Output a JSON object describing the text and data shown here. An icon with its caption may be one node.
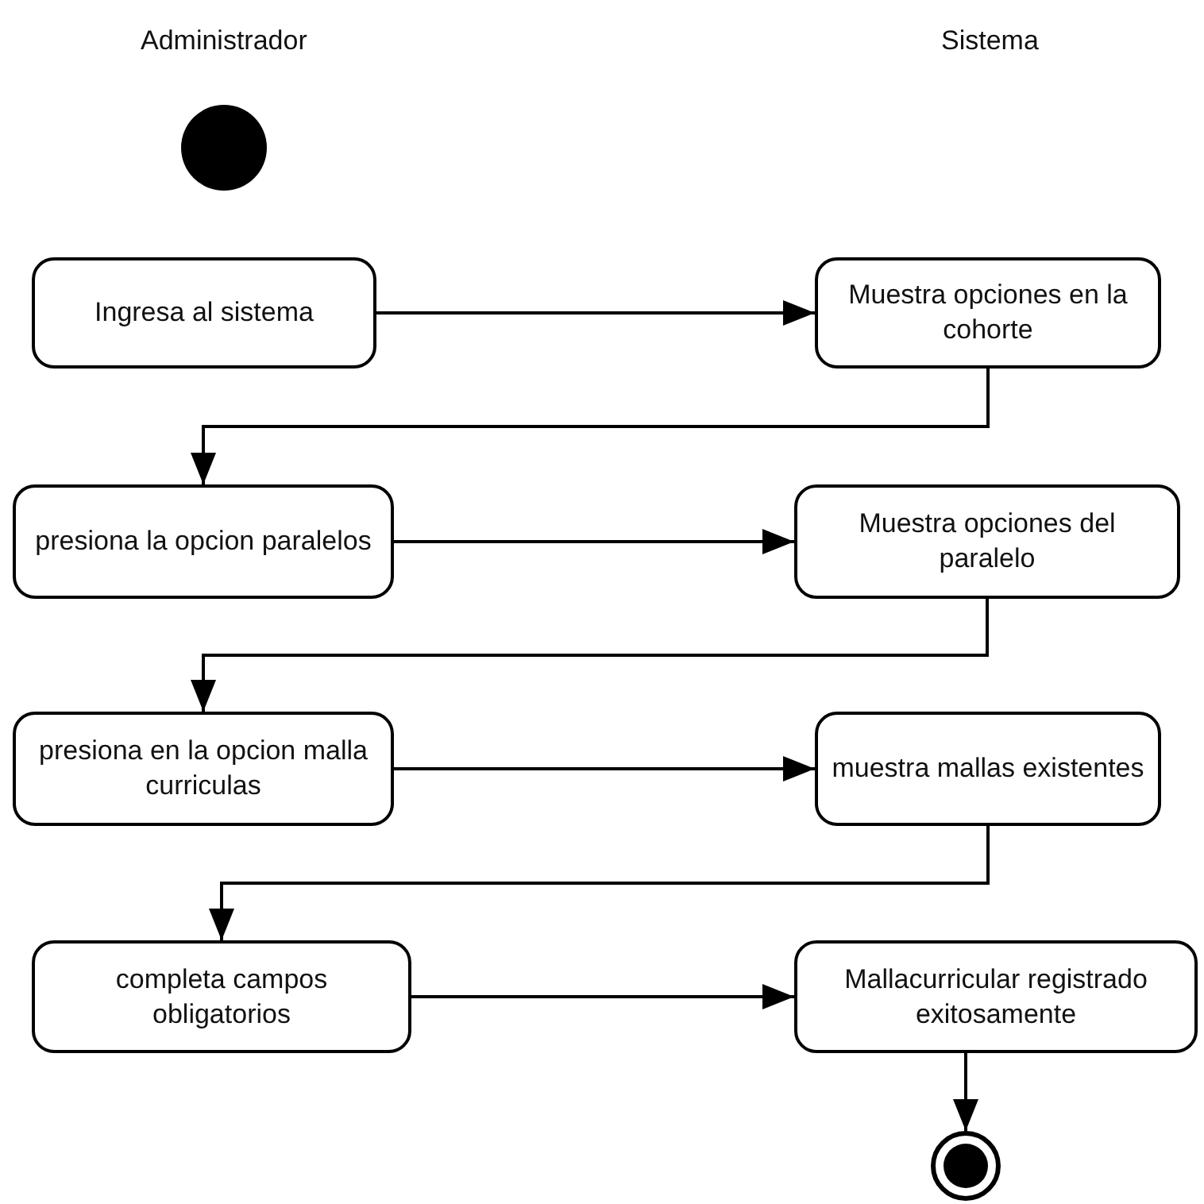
{
  "diagram": {
    "nodes": [
      {
        "text": [],
        "shape": "circle"
      },
      {
        "text": [
          "Ingresa al sistema"
        ]
      },
      {
        "text": [
          "Muestra opciones en la cohorte"
        ]
      },
      {
        "text": [
          "presiona la opcion paralelos"
        ]
      },
      {
        "text": [
          "Muestra opciones del paralelo"
        ]
      },
      {
        "text": [
          "presiona en la opcion malla curriculas"
        ]
      },
      {
        "text": [
          "muestra mallas existentes"
        ]
      },
      {
        "text": [
          "completa campos obligatorios"
        ]
      },
      {
        "text": [
          "Mallacurricular registrado exitosamente"
        ]
      },
      {
        "text": [],
        "shape": "bullseye"
      }
    ],
    "edges": [
      {
        "from": 1,
        "to": 2,
        "arrow": "to"
      },
      {
        "from": 2,
        "to": 3,
        "arrow": "to"
      },
      {
        "from": 3,
        "to": 4,
        "arrow": "to"
      },
      {
        "from": 4,
        "to": 5,
        "arrow": "to"
      },
      {
        "from": 5,
        "to": 6,
        "arrow": "to"
      },
      {
        "from": 6,
        "to": 7,
        "arrow": "to"
      },
      {
        "from": 7,
        "to": 8,
        "arrow": "to"
      },
      {
        "from": 8,
        "to": 9,
        "arrow": "to"
      }
    ],
    "labels": [
      "Administrador",
      "Sistema"
    ]
  }
}
